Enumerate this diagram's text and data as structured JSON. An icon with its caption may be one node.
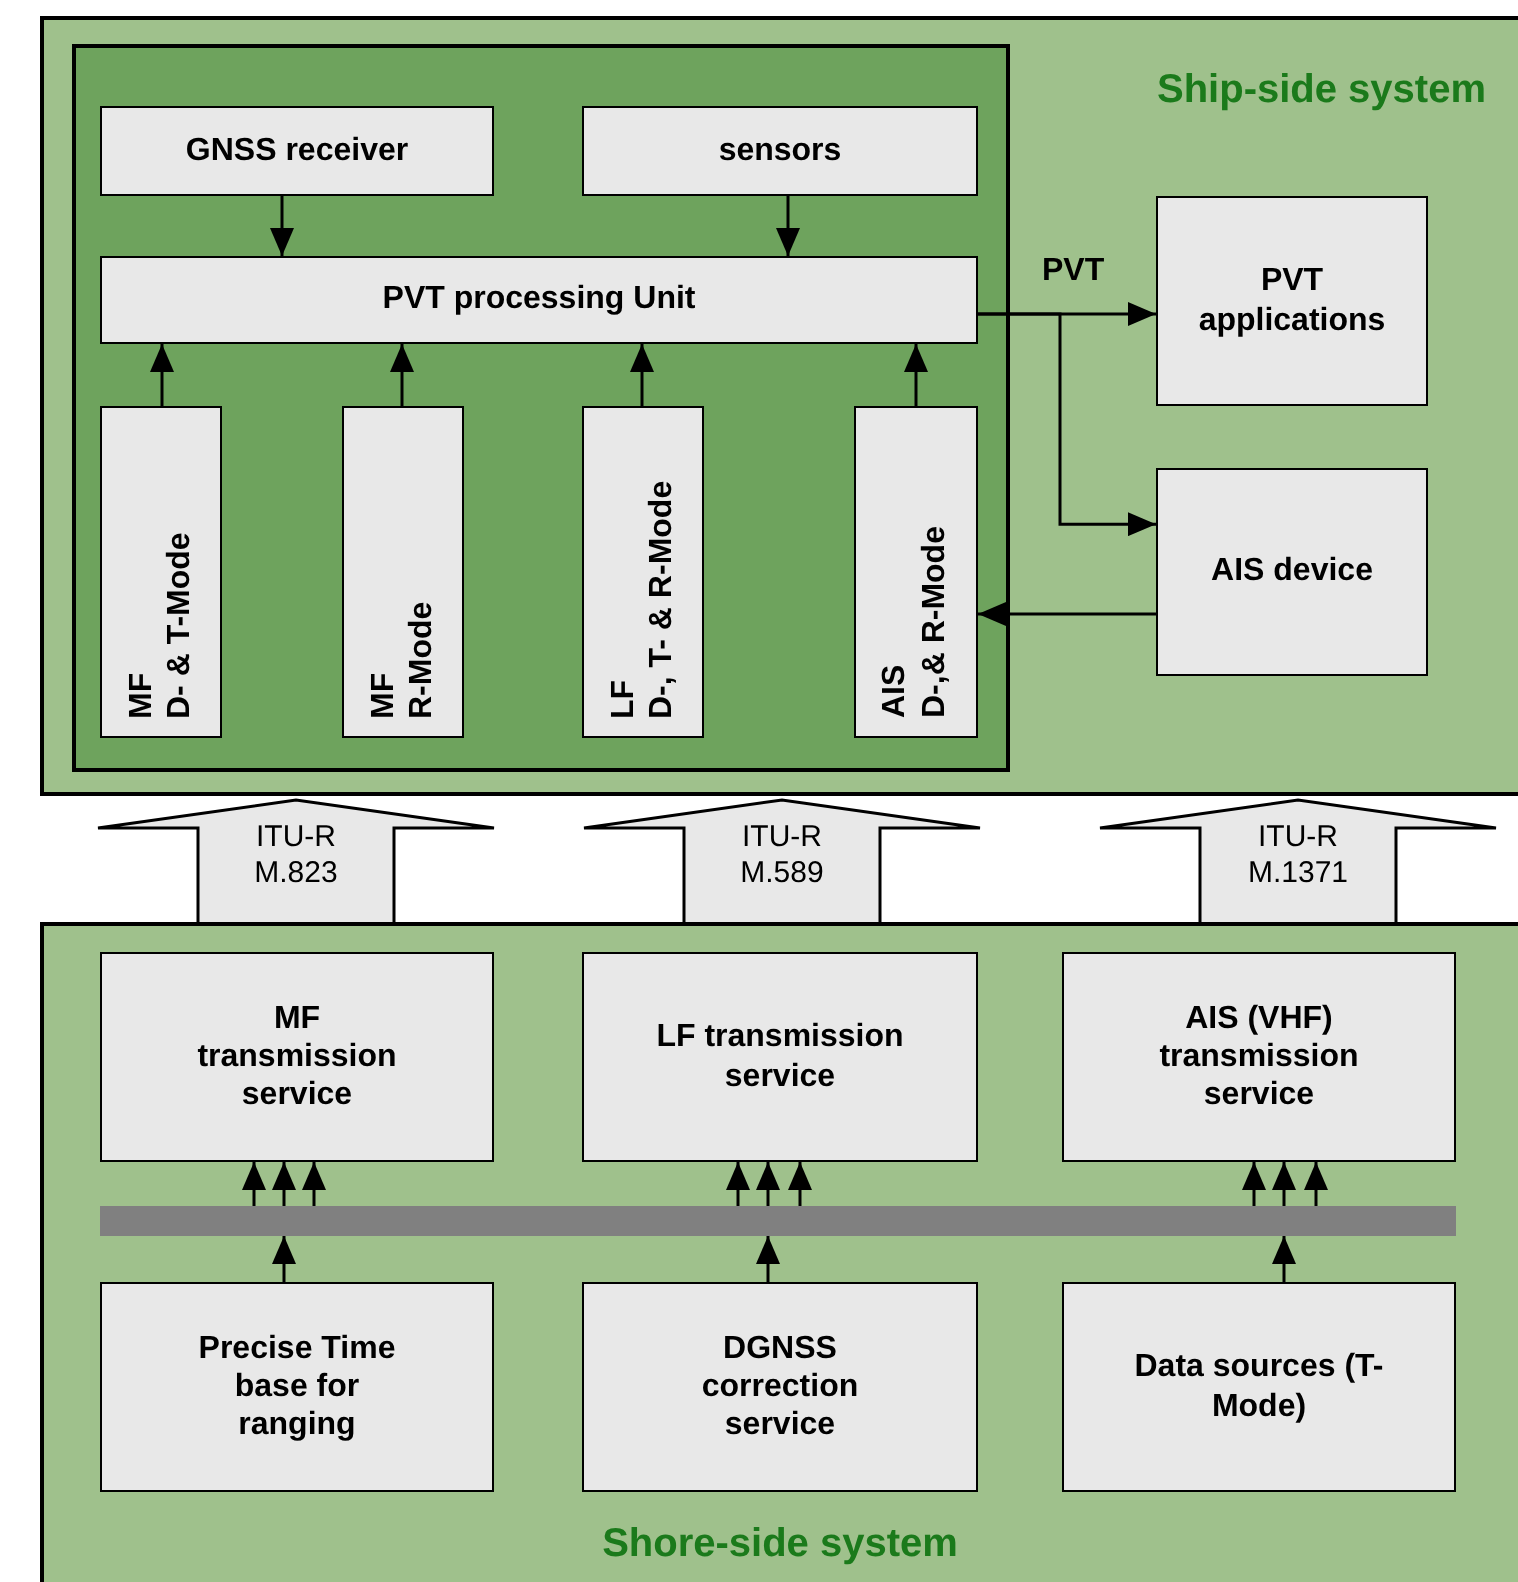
{
  "diagram": {
    "nodes": [
      {
        "text": [
          "Ship-side system"
        ]
      },
      {
        "text": [],
        "shape": "box",
        "in": 0
      },
      {
        "text": [
          "GNSS receiver"
        ],
        "in": 1
      },
      {
        "text": [
          "sensors"
        ],
        "in": 1
      },
      {
        "text": [
          "PVT processing Unit"
        ],
        "in": 1
      },
      {
        "text": [
          "MF",
          "D- & T-Mode"
        ],
        "in": 1
      },
      {
        "text": [
          "MF",
          "R-Mode"
        ],
        "in": 1
      },
      {
        "text": [
          "LF",
          "D-, T- & R-Mode"
        ],
        "in": 1
      },
      {
        "text": [
          "AIS",
          "D-,& R-Mode"
        ],
        "in": 1
      },
      {
        "text": [
          "PVT applications"
        ],
        "in": 0
      },
      {
        "text": [
          "AIS device"
        ],
        "in": 0
      },
      {
        "text": [
          "Shore-side system"
        ]
      },
      {
        "text": [
          "MF transmission service"
        ],
        "in": 11
      },
      {
        "text": [
          "LF transmission service"
        ],
        "in": 11
      },
      {
        "text": [
          "AIS (VHF) transmission service"
        ],
        "in": 11
      },
      {
        "text": [],
        "shape": "bar",
        "in": 11
      },
      {
        "text": [
          "Precise Time base for ranging"
        ],
        "in": 11
      },
      {
        "text": [
          "DGNSS correction service"
        ],
        "in": 11
      },
      {
        "text": [
          "Data sources (T-Mode)"
        ],
        "in": 11
      }
    ],
    "edges": [
      {
        "from": 2,
        "to": 4,
        "arrow": "to"
      },
      {
        "from": 3,
        "to": 4,
        "arrow": "to"
      },
      {
        "from": 5,
        "to": 4,
        "arrow": "to"
      },
      {
        "from": 6,
        "to": 4,
        "arrow": "to"
      },
      {
        "from": 7,
        "to": 4,
        "arrow": "to"
      },
      {
        "from": 8,
        "to": 4,
        "arrow": "to"
      },
      {
        "from": 4,
        "to": 9,
        "arrow": "to",
        "label": "PVT"
      },
      {
        "from": 4,
        "to": 10,
        "arrow": "to"
      },
      {
        "from": 10,
        "to": 8,
        "arrow": "to"
      },
      {
        "from": 11,
        "to": 0,
        "arrow": "to",
        "label": "ITU-R M.823",
        "style": "thick"
      },
      {
        "from": 11,
        "to": 0,
        "arrow": "to",
        "label": "ITU-R M.589",
        "style": "thick"
      },
      {
        "from": 11,
        "to": 0,
        "arrow": "to",
        "label": "ITU-R M.1371",
        "style": "thick"
      },
      {
        "from": 15,
        "to": 12,
        "arrow": "to"
      },
      {
        "from": 15,
        "to": 12,
        "arrow": "to"
      },
      {
        "from": 15,
        "to": 12,
        "arrow": "to"
      },
      {
        "from": 15,
        "to": 13,
        "arrow": "to"
      },
      {
        "from": 15,
        "to": 13,
        "arrow": "to"
      },
      {
        "from": 15,
        "to": 13,
        "arrow": "to"
      },
      {
        "from": 15,
        "to": 14,
        "arrow": "to"
      },
      {
        "from": 15,
        "to": 14,
        "arrow": "to"
      },
      {
        "from": 15,
        "to": 14,
        "arrow": "to"
      },
      {
        "from": 16,
        "to": 15,
        "arrow": "to"
      },
      {
        "from": 17,
        "to": 15,
        "arrow": "to"
      },
      {
        "from": 18,
        "to": 15,
        "arrow": "to"
      }
    ]
  }
}
